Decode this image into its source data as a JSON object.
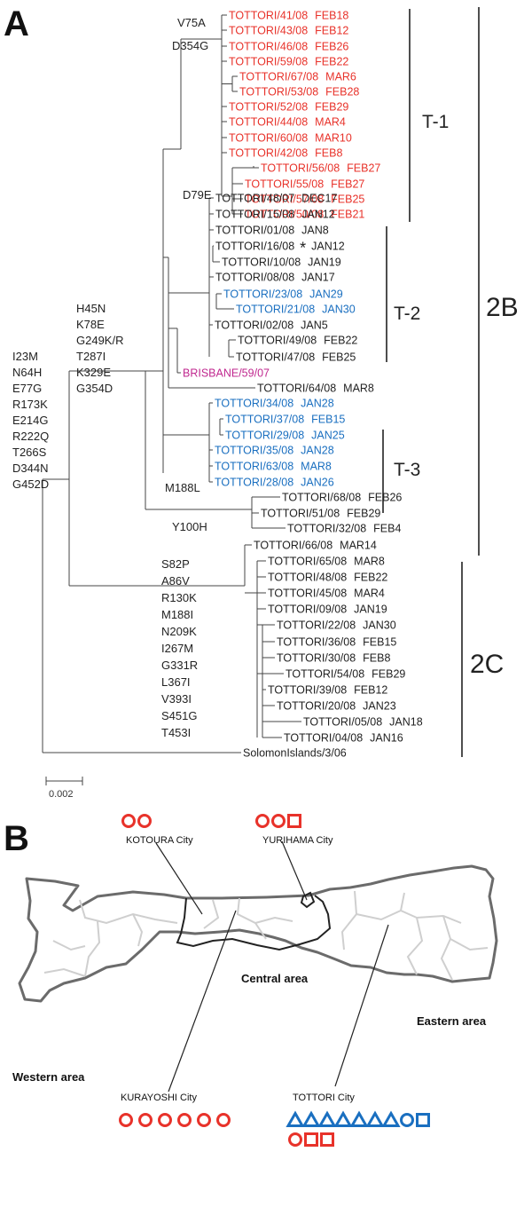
{
  "panel_a": {
    "label": "A",
    "groups": [
      "T-1",
      "T-2",
      "T-3",
      "2B",
      "2C"
    ],
    "scale_label": "0.002",
    "mutations": {
      "root_a": [
        "I23M",
        "N64H",
        "E77G",
        "R173K",
        "E214G",
        "R222Q",
        "T266S",
        "D344N",
        "G452D"
      ],
      "clade_2b": [
        "H45N",
        "K78E",
        "G249K/R",
        "T287I",
        "K329E",
        "G354D"
      ],
      "t1_base": [
        "V75A",
        "D354G"
      ],
      "t1_sub": [
        "D79E"
      ],
      "t3": [
        "M188L"
      ],
      "y100": [
        "Y100H"
      ],
      "clade_2c": [
        "S82P",
        "A86V",
        "R130K",
        "M188I",
        "N209K",
        "I267M",
        "G331R",
        "L367I",
        "V393I",
        "S451G",
        "T453I"
      ]
    },
    "taxa": [
      {
        "name": "TOTTORI/41/08",
        "date": "FEB18",
        "color": "red"
      },
      {
        "name": "TOTTORI/43/08",
        "date": "FEB12",
        "color": "red"
      },
      {
        "name": "TOTTORI/46/08",
        "date": "FEB26",
        "color": "red"
      },
      {
        "name": "TOTTORI/59/08",
        "date": "FEB22",
        "color": "red"
      },
      {
        "name": "TOTTORI/67/08",
        "date": "MAR6",
        "color": "red"
      },
      {
        "name": "TOTTORI/53/08",
        "date": "FEB28",
        "color": "red"
      },
      {
        "name": "TOTTORI/52/08",
        "date": "FEB29",
        "color": "red"
      },
      {
        "name": "TOTTORI/44/08",
        "date": "MAR4",
        "color": "red"
      },
      {
        "name": "TOTTORI/60/08",
        "date": "MAR10",
        "color": "red"
      },
      {
        "name": "TOTTORI/42/08",
        "date": "FEB8",
        "color": "red"
      },
      {
        "name": "TOTTORI/56/08",
        "date": "FEB27",
        "color": "red"
      },
      {
        "name": "TOTTORI/55/08",
        "date": "FEB27",
        "color": "red"
      },
      {
        "name": "TOTTORI/57/08",
        "date": "FEB25",
        "color": "red"
      },
      {
        "name": "TOTTORI/50/08",
        "date": "FEB21",
        "color": "red"
      },
      {
        "name": "TOTTORI/48/07",
        "date": "DEC17",
        "color": "black"
      },
      {
        "name": "TOTTORI/15/08",
        "date": "JAN12",
        "color": "black"
      },
      {
        "name": "TOTTORI/01/08",
        "date": "JAN8",
        "color": "black"
      },
      {
        "name": "TOTTORI/16/08",
        "date": "JAN12",
        "color": "black",
        "marker": "*"
      },
      {
        "name": "TOTTORI/10/08",
        "date": "JAN19",
        "color": "black"
      },
      {
        "name": "TOTTORI/08/08",
        "date": "JAN17",
        "color": "black"
      },
      {
        "name": "TOTTORI/23/08",
        "date": "JAN29",
        "color": "blue"
      },
      {
        "name": "TOTTORI/21/08",
        "date": "JAN30",
        "color": "blue"
      },
      {
        "name": "TOTTORI/02/08",
        "date": "JAN5",
        "color": "black"
      },
      {
        "name": "TOTTORI/49/08",
        "date": "FEB22",
        "color": "black"
      },
      {
        "name": "TOTTORI/47/08",
        "date": "FEB25",
        "color": "black"
      },
      {
        "name": "BRISBANE/59/07",
        "date": "",
        "color": "magenta"
      },
      {
        "name": "TOTTORI/64/08",
        "date": "MAR8",
        "color": "black"
      },
      {
        "name": "TOTTORI/34/08",
        "date": "JAN28",
        "color": "blue"
      },
      {
        "name": "TOTTORI/37/08",
        "date": "FEB15",
        "color": "blue"
      },
      {
        "name": "TOTTORI/29/08",
        "date": "JAN25",
        "color": "blue"
      },
      {
        "name": "TOTTORI/35/08",
        "date": "JAN28",
        "color": "blue"
      },
      {
        "name": "TOTTORI/63/08",
        "date": "MAR8",
        "color": "blue"
      },
      {
        "name": "TOTTORI/28/08",
        "date": "JAN26",
        "color": "blue"
      },
      {
        "name": "TOTTORI/68/08",
        "date": "FEB26",
        "color": "black"
      },
      {
        "name": "TOTTORI/51/08",
        "date": "FEB29",
        "color": "black"
      },
      {
        "name": "TOTTORI/32/08",
        "date": "FEB4",
        "color": "black"
      },
      {
        "name": "TOTTORI/66/08",
        "date": "MAR14",
        "color": "black"
      },
      {
        "name": "TOTTORI/65/08",
        "date": "MAR8",
        "color": "black"
      },
      {
        "name": "TOTTORI/48/08",
        "date": "FEB22",
        "color": "black"
      },
      {
        "name": "TOTTORI/45/08",
        "date": "MAR4",
        "color": "black"
      },
      {
        "name": "TOTTORI/09/08",
        "date": "JAN19",
        "color": "black"
      },
      {
        "name": "TOTTORI/22/08",
        "date": "JAN30",
        "color": "black"
      },
      {
        "name": "TOTTORI/36/08",
        "date": "FEB15",
        "color": "black"
      },
      {
        "name": "TOTTORI/30/08",
        "date": "FEB8",
        "color": "black"
      },
      {
        "name": "TOTTORI/54/08",
        "date": "FEB29",
        "color": "black"
      },
      {
        "name": "TOTTORI/39/08",
        "date": "FEB12",
        "color": "black"
      },
      {
        "name": "TOTTORI/20/08",
        "date": "JAN23",
        "color": "black"
      },
      {
        "name": "TOTTORI/05/08",
        "date": "JAN18",
        "color": "black"
      },
      {
        "name": "TOTTORI/04/08",
        "date": "JAN16",
        "color": "black"
      },
      {
        "name": "SolomonIslands/3/06",
        "date": "",
        "color": "black"
      }
    ]
  },
  "panel_b": {
    "label": "B",
    "cities": {
      "kotoura": {
        "name": "KOTOURA City",
        "symbols": [
          "red-circle",
          "red-circle"
        ]
      },
      "yurihama": {
        "name": "YURIHAMA City",
        "symbols": [
          "red-circle",
          "red-circle",
          "red-square"
        ]
      },
      "kurayoshi": {
        "name": "KURAYOSHI City",
        "symbols": [
          "red-circle",
          "red-circle",
          "red-circle",
          "red-circle",
          "red-circle",
          "red-circle"
        ]
      },
      "tottori": {
        "name": "TOTTORI City",
        "symbols": [
          "blue-triangle",
          "blue-triangle",
          "blue-triangle",
          "blue-triangle",
          "blue-triangle",
          "blue-triangle",
          "blue-triangle",
          "blue-circle",
          "blue-square",
          "red-circle",
          "red-square",
          "red-square"
        ]
      }
    },
    "areas": {
      "central": "Central area",
      "eastern": "Eastern area",
      "western": "Western area"
    }
  },
  "colors": {
    "red": "#e8322a",
    "blue": "#1a6fc0",
    "magenta": "#c0288f",
    "black": "#222222",
    "branch": "#444444",
    "map_outline": "#6b6b6b",
    "map_inner": "#cfcfcf"
  }
}
